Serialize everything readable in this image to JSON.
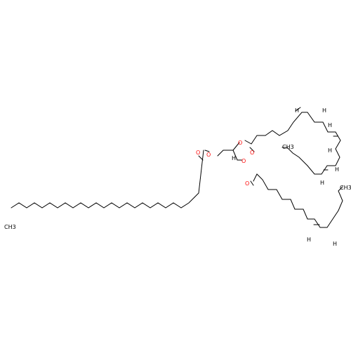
{
  "diagram": {
    "atom_symbols": {
      "oxygen": "O",
      "hydrogen": "H",
      "methyl": "CH3"
    },
    "colors": {
      "bond": "#000000",
      "oxygen": "#ff0d0d",
      "background": "#ffffff"
    }
  }
}
